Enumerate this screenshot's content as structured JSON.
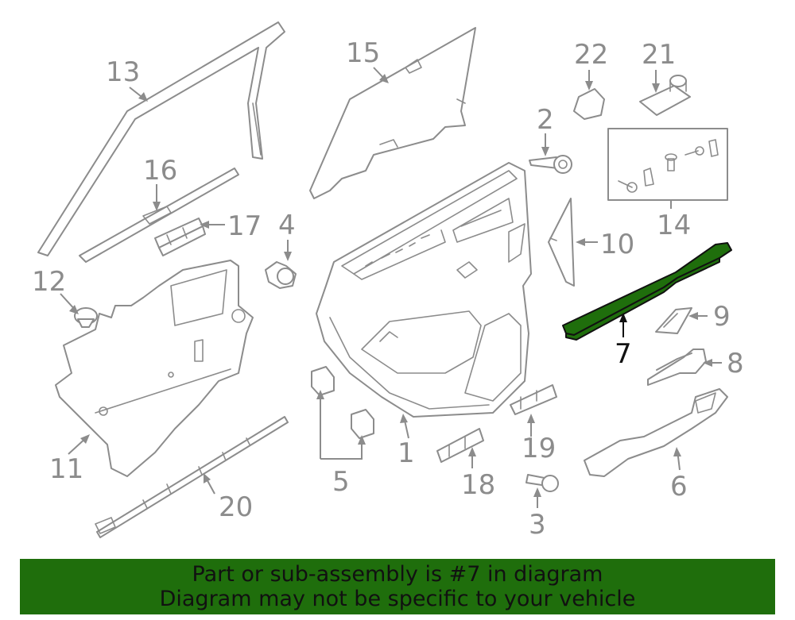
{
  "callouts": {
    "c1": "1",
    "c2": "2",
    "c3": "3",
    "c4": "4",
    "c5": "5",
    "c6": "6",
    "c7": "7",
    "c8": "8",
    "c9": "9",
    "c10": "10",
    "c11": "11",
    "c12": "12",
    "c13": "13",
    "c14": "14",
    "c15": "15",
    "c16": "16",
    "c17": "17",
    "c18": "18",
    "c19": "19",
    "c20": "20",
    "c21": "21",
    "c22": "22"
  },
  "highlight": {
    "part_number": "7",
    "color": "#1f6e0c"
  },
  "banner": {
    "line1": "Part or sub-assembly is #7 in diagram",
    "line2": "Diagram may not be specific to your vehicle",
    "background": "#1f6e0c"
  }
}
